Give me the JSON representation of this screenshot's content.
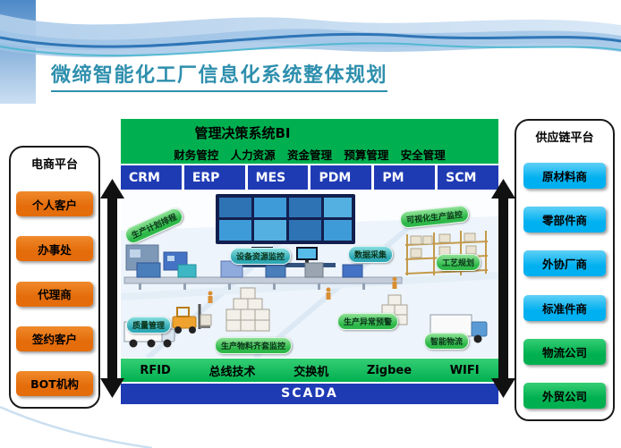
{
  "title": "微缔智能化工厂信息化系统整体规划",
  "left_panel": {
    "label": "电商平台",
    "items": [
      "个人客户",
      "办事处",
      "代理商",
      "签约客户",
      "BOT机构"
    ]
  },
  "right_panel": {
    "label": "供应链平台",
    "items": [
      "原材料商",
      "零部件商",
      "外协厂商",
      "标准件商",
      "物流公司",
      "外贸公司"
    ]
  },
  "bi_box": {
    "title": "管理决策系统BI",
    "subtitle": "财务管控 人力资源 资金管理 预算管理 安全管理"
  },
  "systems": [
    "CRM",
    "ERP",
    "MES",
    "PDM",
    "PM",
    "SCM"
  ],
  "factory": {
    "callouts": [
      {
        "label": "生产计划排程"
      },
      {
        "label": "设备资源监控"
      },
      {
        "label": "数据采集"
      },
      {
        "label": "工艺规划"
      },
      {
        "label": "可视化生产监控"
      },
      {
        "label": "质量管理"
      },
      {
        "label": "生产异常预警"
      },
      {
        "label": "生产物料齐套监控"
      },
      {
        "label": "智能物流"
      }
    ]
  },
  "network_bar": {
    "items": [
      "RFID",
      "总线技术",
      "交换机",
      "Zigbee",
      "WIFI"
    ]
  },
  "scada_bar": {
    "label": "SCADA"
  },
  "colors": {
    "accent_orange": "#E46C0A",
    "accent_cyan": "#00B0F0",
    "accent_green": "#00B050",
    "accent_blue": "#1F3BB4",
    "title_teal": "#2E8FAD"
  }
}
